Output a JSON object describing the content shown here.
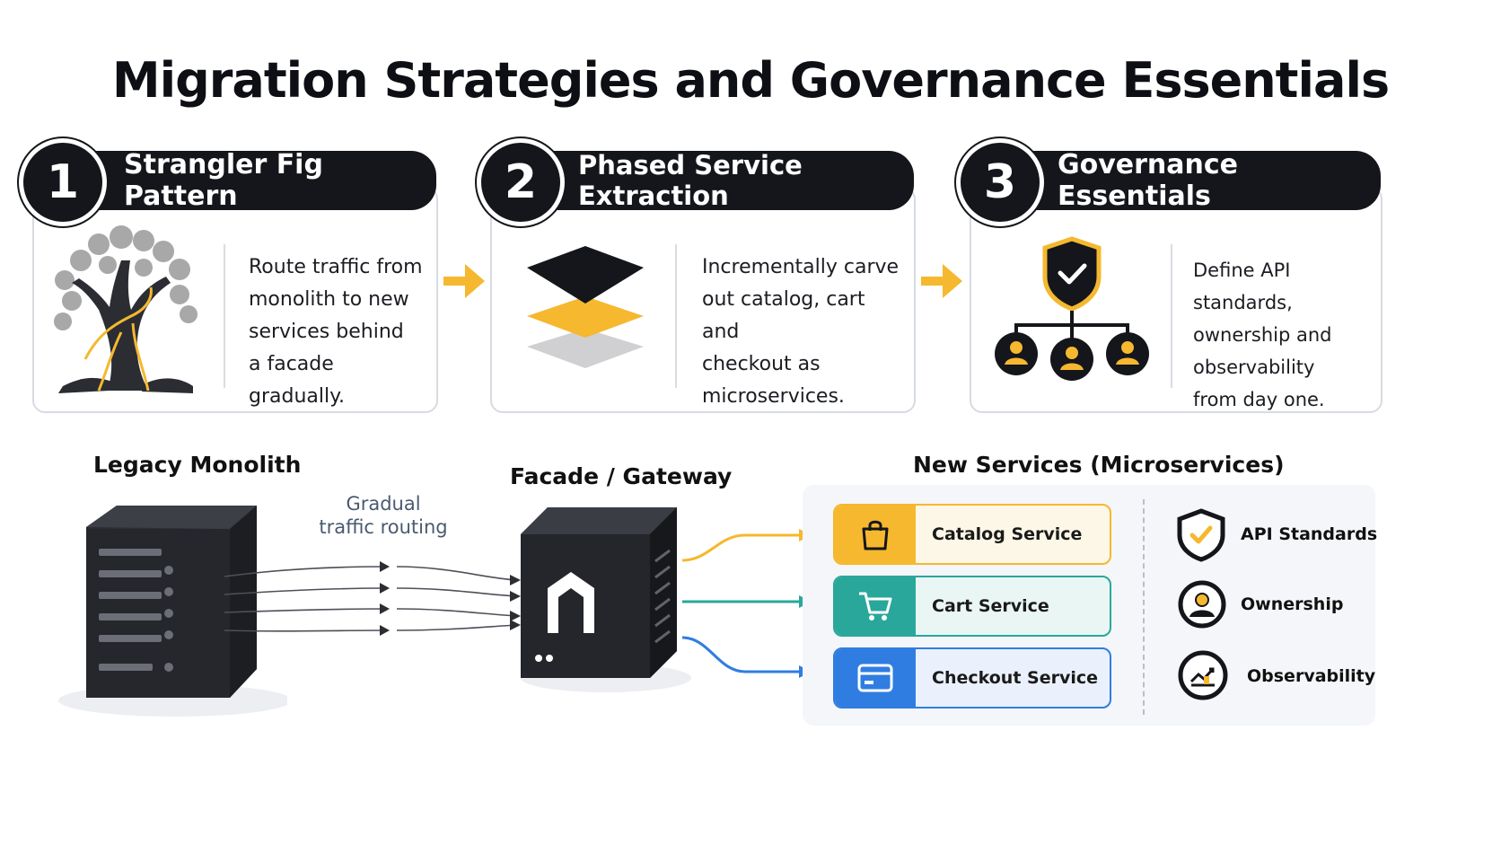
{
  "title": "Migration Strategies and Governance Essentials",
  "steps": [
    {
      "number": "1",
      "heading": "Strangler Fig Pattern",
      "lines": [
        "Route traffic from",
        "monolith to new",
        "services behind",
        "a facade gradually."
      ],
      "icon": "tree-icon"
    },
    {
      "number": "2",
      "heading": "Phased Service Extraction",
      "lines": [
        "Incrementally carve",
        "out catalog, cart and",
        "checkout as",
        "microservices."
      ],
      "icon": "layers-icon"
    },
    {
      "number": "3",
      "heading": "Governance Essentials",
      "lines": [
        "Define API standards,",
        "ownership and",
        "observability",
        "from day one."
      ],
      "icon": "shield-org-icon"
    }
  ],
  "diagram": {
    "legacy_label": "Legacy Monolith",
    "routing_label_line1": "Gradual",
    "routing_label_line2": "traffic routing",
    "gateway_label": "Facade / Gateway",
    "services_label": "New Services (Microservices)",
    "services": [
      {
        "name": "Catalog Service",
        "icon": "shopping-bag-icon",
        "color": "#f5b82e"
      },
      {
        "name": "Cart Service",
        "icon": "shopping-cart-icon",
        "color": "#2aa79b"
      },
      {
        "name": "Checkout Service",
        "icon": "credit-card-icon",
        "color": "#2f7de1"
      }
    ],
    "governance": [
      {
        "name": "API Standards",
        "icon": "shield-check-icon"
      },
      {
        "name": "Ownership",
        "icon": "user-badge-icon"
      },
      {
        "name": "Observability",
        "icon": "chart-trend-icon"
      }
    ]
  },
  "colors": {
    "accent": "#f5b82e",
    "dark": "#14161b",
    "teal": "#2aa79b",
    "blue": "#2f7de1"
  }
}
